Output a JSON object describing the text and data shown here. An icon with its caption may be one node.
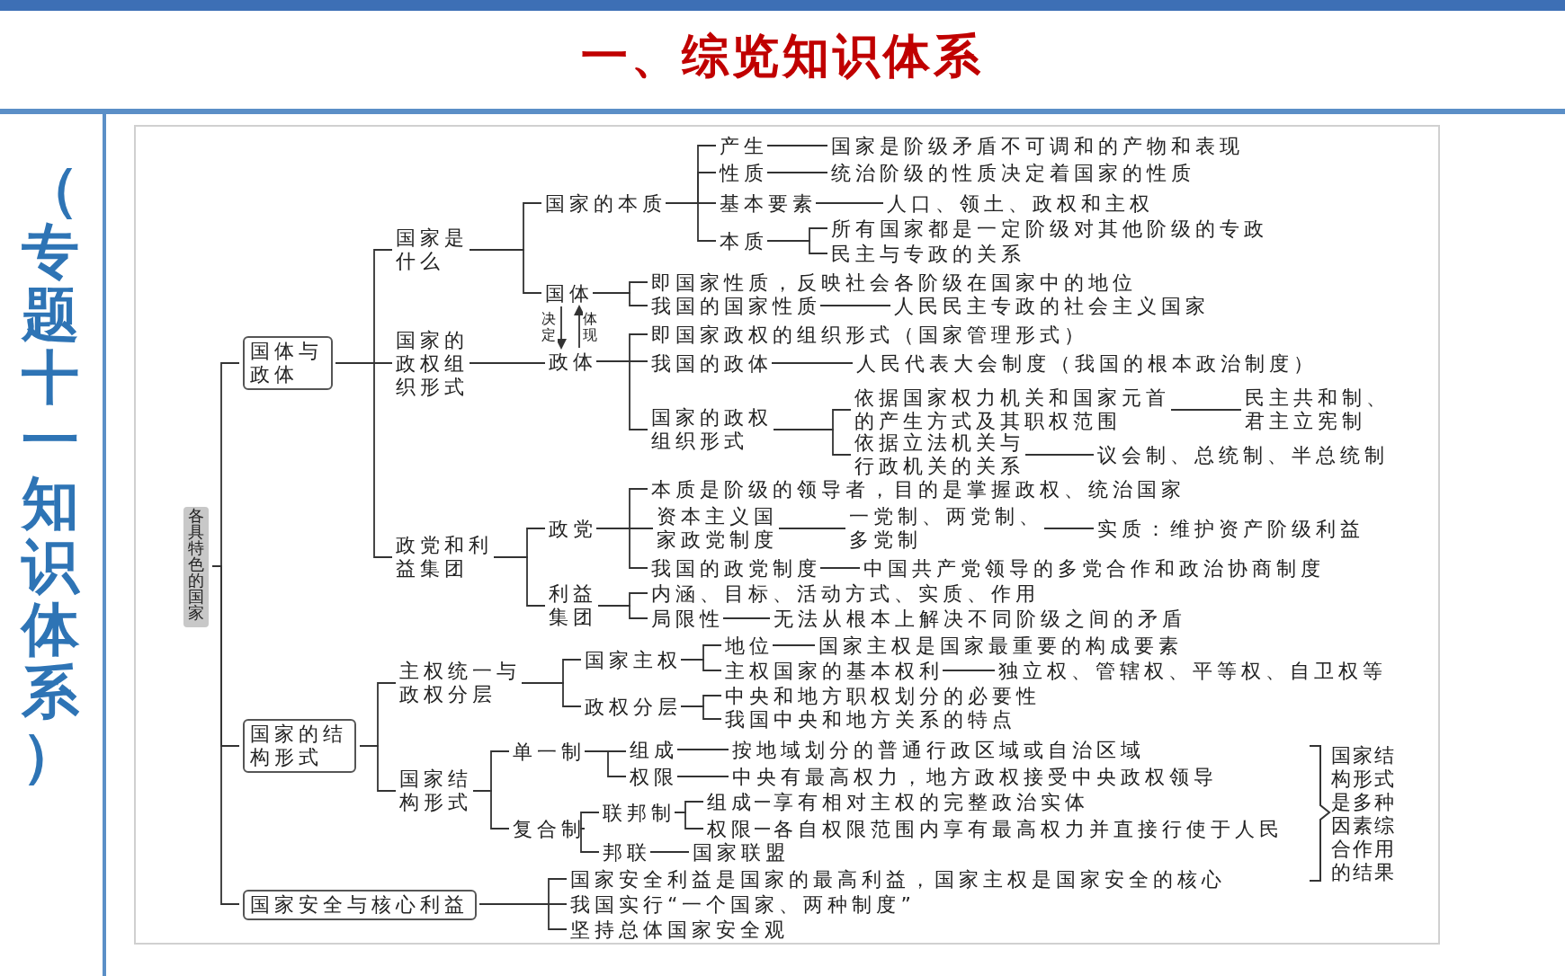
{
  "diagram": {
    "title": "一、综览知识体系",
    "nodes": [
      {
        "text": [
          "各具特色的国家"
        ]
      },
      {
        "text": [
          "国体与政体"
        ]
      },
      {
        "text": [
          "国家是什么"
        ]
      },
      {
        "text": [
          "国家的本质"
        ]
      },
      {
        "text": [
          "产生"
        ]
      },
      {
        "text": [
          "国家是阶级矛盾不可调和的产物和表现"
        ]
      },
      {
        "text": [
          "性质"
        ]
      },
      {
        "text": [
          "统治阶级的性质决定着国家的性质"
        ]
      },
      {
        "text": [
          "基本要素"
        ]
      },
      {
        "text": [
          "人口、领土、政权和主权"
        ]
      },
      {
        "text": [
          "本质"
        ]
      },
      {
        "text": [
          "所有国家都是一定阶级对其他阶级的专政"
        ]
      },
      {
        "text": [
          "民主与专政的关系"
        ]
      },
      {
        "text": [
          "国体"
        ]
      },
      {
        "text": [
          "即国家性质，反映社会各阶级在国家中的地位"
        ]
      },
      {
        "text": [
          "我国的国家性质"
        ]
      },
      {
        "text": [
          "人民民主专政的社会主义国家"
        ]
      },
      {
        "text": [
          "国家的政权组织形式"
        ]
      },
      {
        "text": [
          "政体"
        ]
      },
      {
        "text": [
          "即国家政权的组织形式（国家管理形式）"
        ]
      },
      {
        "text": [
          "我国的政体"
        ]
      },
      {
        "text": [
          "人民代表大会制度（我国的根本政治制度）"
        ]
      },
      {
        "text": [
          "国家的政权组织形式"
        ]
      },
      {
        "text": [
          "依据国家权力机关和国家元首的产生方式及其职权范围"
        ]
      },
      {
        "text": [
          "民主共和制、君主立宪制"
        ]
      },
      {
        "text": [
          "依据立法机关与行政机关的关系"
        ]
      },
      {
        "text": [
          "议会制、总统制、半总统制"
        ]
      },
      {
        "text": [
          "政党和利益集团"
        ]
      },
      {
        "text": [
          "政党"
        ]
      },
      {
        "text": [
          "本质是阶级的领导者，目的是掌握政权、统治国家"
        ]
      },
      {
        "text": [
          "资本主义国家政党制度"
        ]
      },
      {
        "text": [
          "一党制、两党制、多党制"
        ]
      },
      {
        "text": [
          "实质：维护资产阶级利益"
        ]
      },
      {
        "text": [
          "我国的政党制度"
        ]
      },
      {
        "text": [
          "中国共产党领导的多党合作和政治协商制度"
        ]
      },
      {
        "text": [
          "利益集团"
        ]
      },
      {
        "text": [
          "内涵、目标、活动方式、实质、作用"
        ]
      },
      {
        "text": [
          "局限性"
        ]
      },
      {
        "text": [
          "无法从根本上解决不同阶级之间的矛盾"
        ]
      },
      {
        "text": [
          "国家的结构形式"
        ]
      },
      {
        "text": [
          "主权统一与政权分层"
        ]
      },
      {
        "text": [
          "国家主权"
        ]
      },
      {
        "text": [
          "地位"
        ]
      },
      {
        "text": [
          "国家主权是国家最重要的构成要素"
        ]
      },
      {
        "text": [
          "主权国家的基本权利"
        ]
      },
      {
        "text": [
          "独立权、管辖权、平等权、自卫权等"
        ]
      },
      {
        "text": [
          "政权分层"
        ]
      },
      {
        "text": [
          "中央和地方职权划分的必要性"
        ]
      },
      {
        "text": [
          "我国中央和地方关系的特点"
        ]
      },
      {
        "text": [
          "国家结构形式"
        ]
      },
      {
        "text": [
          "单一制"
        ]
      },
      {
        "text": [
          "组成"
        ]
      },
      {
        "text": [
          "按地域划分的普通行政区域或自治区域"
        ]
      },
      {
        "text": [
          "权限"
        ]
      },
      {
        "text": [
          "中央有最高权力，地方政权接受中央政权领导"
        ]
      },
      {
        "text": [
          "复合制"
        ]
      },
      {
        "text": [
          "联邦制"
        ]
      },
      {
        "text": [
          "组成"
        ]
      },
      {
        "text": [
          "享有相对主权的完整政治实体"
        ]
      },
      {
        "text": [
          "权限"
        ]
      },
      {
        "text": [
          "各自权限范围内享有最高权力并直接行使于人民"
        ]
      },
      {
        "text": [
          "邦联"
        ]
      },
      {
        "text": [
          "国家联盟"
        ]
      },
      {
        "text": [
          "国家安全与核心利益"
        ]
      },
      {
        "text": [
          "国家安全利益是国家的最高利益，国家主权是国家安全的核心"
        ]
      },
      {
        "text": [
          "我国实行“一个国家、两种制度”"
        ]
      },
      {
        "text": [
          "坚持总体国家安全观"
        ]
      }
    ],
    "edges": [
      {
        "from": 0,
        "to": 1,
        "arrow": "none"
      },
      {
        "from": 0,
        "to": 39,
        "arrow": "none"
      },
      {
        "from": 0,
        "to": 63,
        "arrow": "none"
      },
      {
        "from": 1,
        "to": 2,
        "arrow": "none"
      },
      {
        "from": 1,
        "to": 17,
        "arrow": "none"
      },
      {
        "from": 1,
        "to": 27,
        "arrow": "none"
      },
      {
        "from": 2,
        "to": 3,
        "arrow": "none"
      },
      {
        "from": 2,
        "to": 13,
        "arrow": "none"
      },
      {
        "from": 3,
        "to": 4,
        "arrow": "none"
      },
      {
        "from": 3,
        "to": 6,
        "arrow": "none"
      },
      {
        "from": 3,
        "to": 8,
        "arrow": "none"
      },
      {
        "from": 3,
        "to": 10,
        "arrow": "none"
      },
      {
        "from": 4,
        "to": 5,
        "arrow": "none"
      },
      {
        "from": 6,
        "to": 7,
        "arrow": "none"
      },
      {
        "from": 8,
        "to": 9,
        "arrow": "none"
      },
      {
        "from": 10,
        "to": 11,
        "arrow": "none"
      },
      {
        "from": 10,
        "to": 12,
        "arrow": "none"
      },
      {
        "from": 13,
        "to": 14,
        "arrow": "none"
      },
      {
        "from": 13,
        "to": 15,
        "arrow": "none"
      },
      {
        "from": 15,
        "to": 16,
        "arrow": "none"
      },
      {
        "from": 13,
        "to": 18,
        "arrow": "to",
        "label": "决定"
      },
      {
        "from": 18,
        "to": 13,
        "arrow": "to",
        "label": "体现"
      },
      {
        "from": 17,
        "to": 18,
        "arrow": "none"
      },
      {
        "from": 18,
        "to": 19,
        "arrow": "none"
      },
      {
        "from": 18,
        "to": 20,
        "arrow": "none"
      },
      {
        "from": 18,
        "to": 22,
        "arrow": "none"
      },
      {
        "from": 20,
        "to": 21,
        "arrow": "none"
      },
      {
        "from": 22,
        "to": 23,
        "arrow": "none"
      },
      {
        "from": 22,
        "to": 25,
        "arrow": "none"
      },
      {
        "from": 23,
        "to": 24,
        "arrow": "none"
      },
      {
        "from": 25,
        "to": 26,
        "arrow": "none"
      },
      {
        "from": 27,
        "to": 28,
        "arrow": "none"
      },
      {
        "from": 27,
        "to": 35,
        "arrow": "none"
      },
      {
        "from": 28,
        "to": 29,
        "arrow": "none"
      },
      {
        "from": 28,
        "to": 30,
        "arrow": "none"
      },
      {
        "from": 28,
        "to": 33,
        "arrow": "none"
      },
      {
        "from": 30,
        "to": 31,
        "arrow": "none"
      },
      {
        "from": 31,
        "to": 32,
        "arrow": "none"
      },
      {
        "from": 33,
        "to": 34,
        "arrow": "none"
      },
      {
        "from": 35,
        "to": 36,
        "arrow": "none"
      },
      {
        "from": 35,
        "to": 37,
        "arrow": "none"
      },
      {
        "from": 37,
        "to": 38,
        "arrow": "none"
      },
      {
        "from": 39,
        "to": 40,
        "arrow": "none"
      },
      {
        "from": 39,
        "to": 49,
        "arrow": "none"
      },
      {
        "from": 40,
        "to": 41,
        "arrow": "none"
      },
      {
        "from": 40,
        "to": 46,
        "arrow": "none"
      },
      {
        "from": 41,
        "to": 42,
        "arrow": "none"
      },
      {
        "from": 41,
        "to": 44,
        "arrow": "none"
      },
      {
        "from": 42,
        "to": 43,
        "arrow": "none"
      },
      {
        "from": 44,
        "to": 45,
        "arrow": "none"
      },
      {
        "from": 46,
        "to": 47,
        "arrow": "none"
      },
      {
        "from": 46,
        "to": 48,
        "arrow": "none"
      },
      {
        "from": 49,
        "to": 50,
        "arrow": "none"
      },
      {
        "from": 49,
        "to": 55,
        "arrow": "none"
      },
      {
        "from": 50,
        "to": 51,
        "arrow": "none"
      },
      {
        "from": 50,
        "to": 53,
        "arrow": "none"
      },
      {
        "from": 51,
        "to": 52,
        "arrow": "none"
      },
      {
        "from": 53,
        "to": 54,
        "arrow": "none"
      },
      {
        "from": 55,
        "to": 56,
        "arrow": "none"
      },
      {
        "from": 55,
        "to": 61,
        "arrow": "none"
      },
      {
        "from": 56,
        "to": 57,
        "arrow": "none"
      },
      {
        "from": 56,
        "to": 59,
        "arrow": "none"
      },
      {
        "from": 57,
        "to": 58,
        "arrow": "none"
      },
      {
        "from": 59,
        "to": 60,
        "arrow": "none"
      },
      {
        "from": 61,
        "to": 62,
        "arrow": "none"
      },
      {
        "from": 63,
        "to": 64,
        "arrow": "none"
      },
      {
        "from": 63,
        "to": 65,
        "arrow": "none"
      },
      {
        "from": 63,
        "to": 66,
        "arrow": "none"
      }
    ],
    "labels": [
      "（专题十一知识体系）",
      "国家结构形式是多种因素综合作用的结果"
    ]
  }
}
